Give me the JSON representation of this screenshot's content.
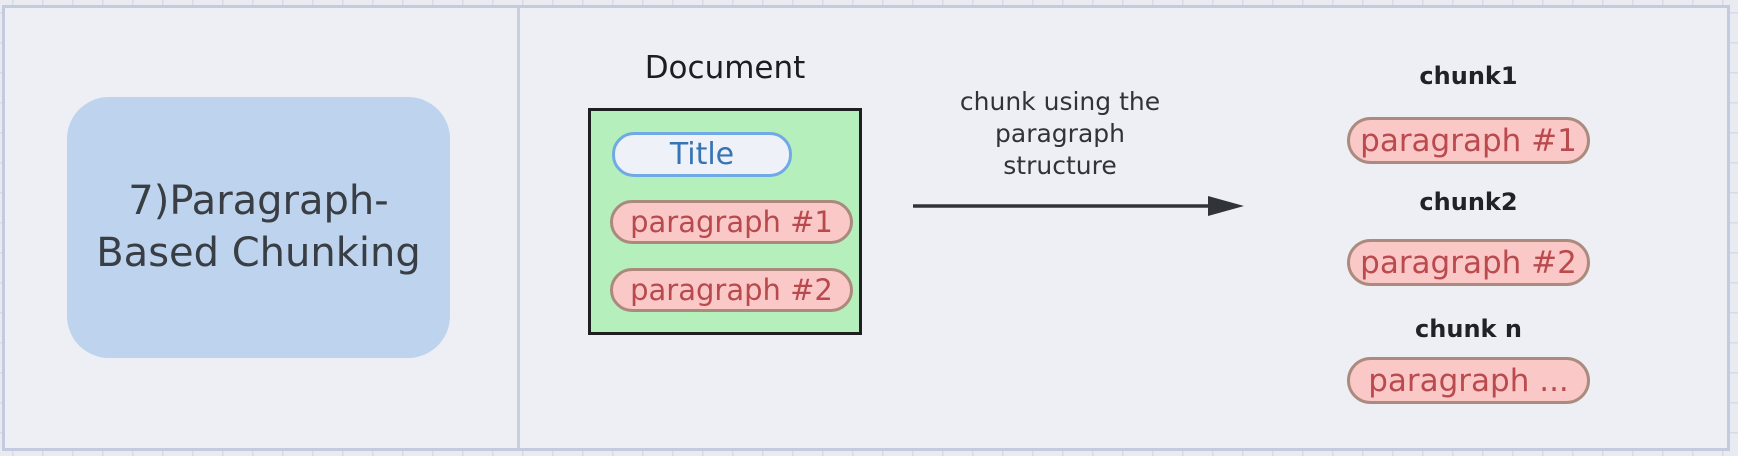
{
  "left_card": {
    "title": "7)Paragraph-\nBased Chunking"
  },
  "document": {
    "label": "Document",
    "title_pill": "Title",
    "paragraphs": [
      "paragraph #1",
      "paragraph #2"
    ]
  },
  "arrow": {
    "label": "chunk using the\nparagraph\nstructure"
  },
  "chunks": [
    {
      "label": "chunk1",
      "content": "paragraph #1"
    },
    {
      "label": "chunk2",
      "content": "paragraph #2"
    },
    {
      "label": "chunk n",
      "content": "paragraph ..."
    }
  ],
  "colors": {
    "frame_border": "#c5cbdf",
    "panel_background": "#edeff5",
    "left_card_fill": "#bed3ed",
    "document_fill": "#b5f0bc",
    "document_border": "#1d1f21",
    "title_pill_border": "#70a9e6",
    "title_pill_text": "#3674b3",
    "paragraph_pill_fill": "#fbc8c8",
    "paragraph_pill_border": "#a98a7c",
    "paragraph_pill_text": "#b84a4e",
    "arrow_stroke": "#303438"
  }
}
